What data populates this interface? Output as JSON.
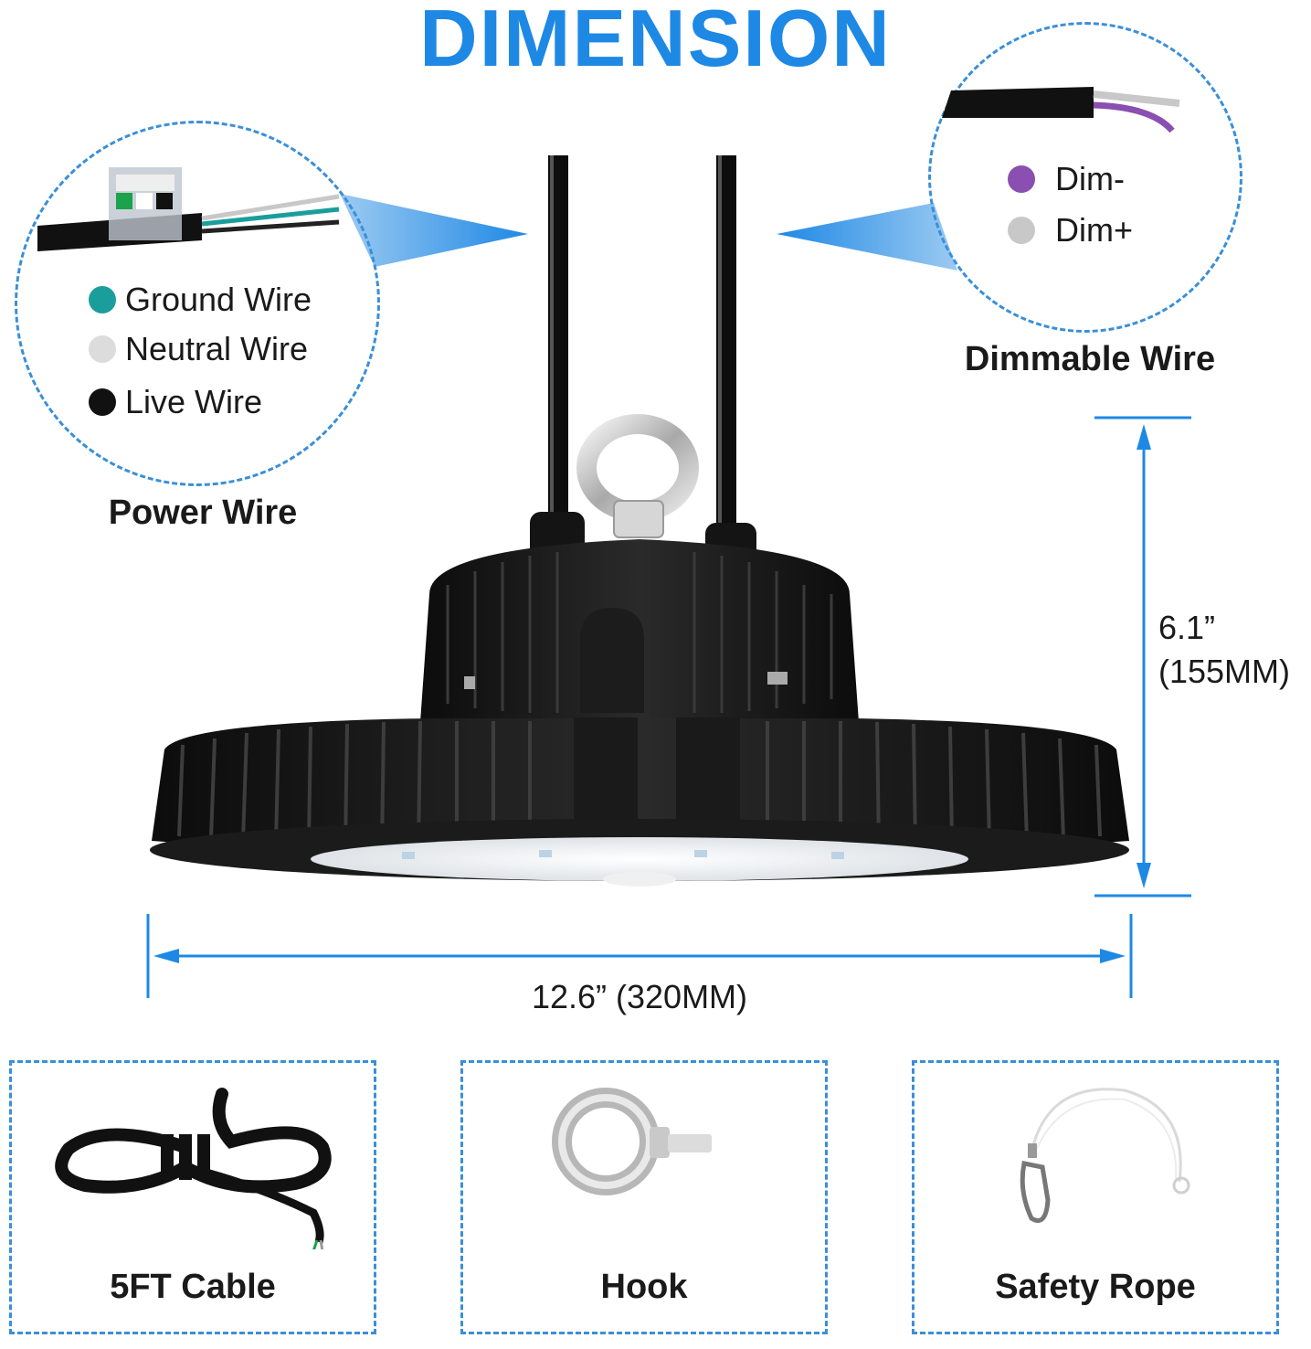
{
  "title": "DIMENSION",
  "power_wire": {
    "caption": "Power Wire",
    "items": [
      {
        "label": "Ground Wire",
        "color": "#1a9e9b"
      },
      {
        "label": "Neutral Wire",
        "color": "#dcdcdc"
      },
      {
        "label": "Live Wire",
        "color": "#111111"
      }
    ]
  },
  "dimmable_wire": {
    "caption": "Dimmable Wire",
    "items": [
      {
        "label": "Dim-",
        "color": "#8a4fb0"
      },
      {
        "label": "Dim+",
        "color": "#c8c8c8"
      }
    ]
  },
  "dimensions": {
    "height_in": "6.1”",
    "height_mm": "(155MM)",
    "width": "12.6” (320MM)"
  },
  "accessories": [
    {
      "label": "5FT Cable",
      "icon": "cable-icon"
    },
    {
      "label": "Hook",
      "icon": "eye-hook-icon"
    },
    {
      "label": "Safety Rope",
      "icon": "safety-rope-icon"
    }
  ],
  "colors": {
    "accent": "#1e88e5",
    "dash": "#3a8fd8",
    "fixture": "#111111"
  }
}
